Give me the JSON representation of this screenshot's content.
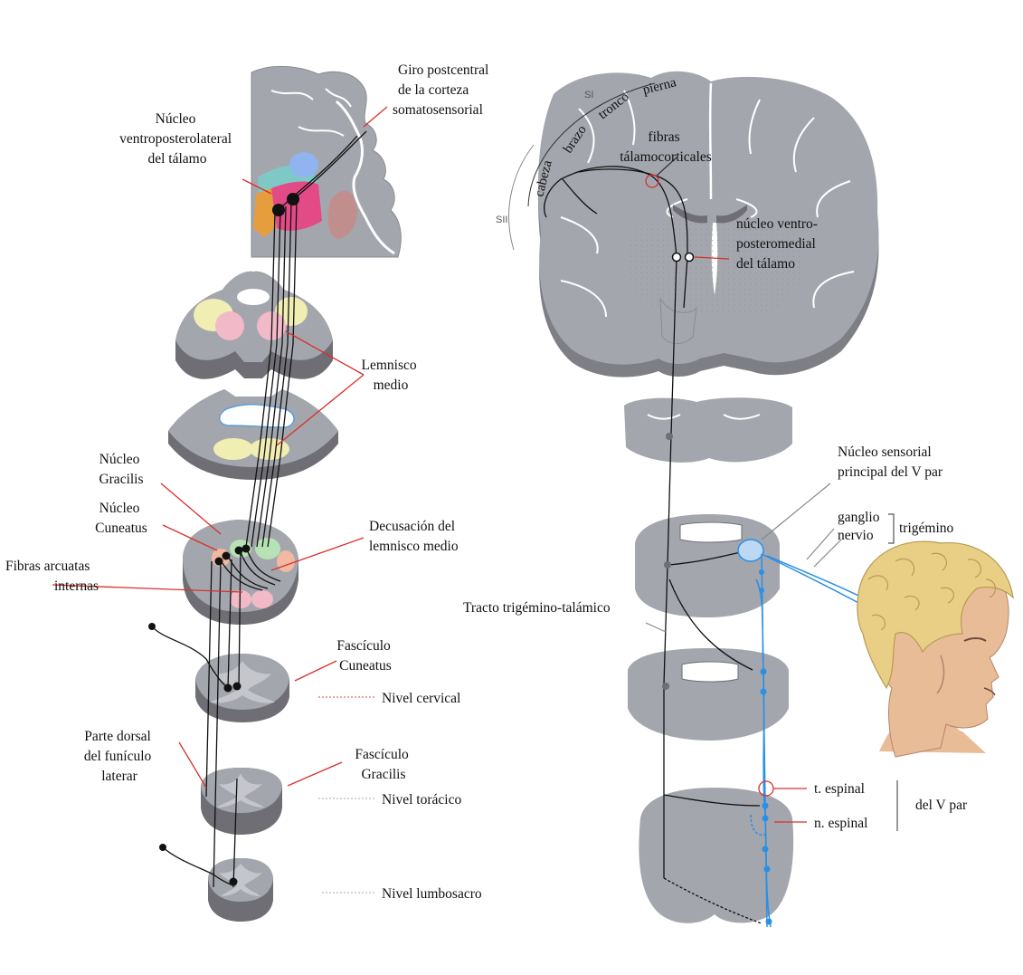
{
  "colors": {
    "section_fill": "#9c9ca3",
    "section_dark": "#6e6e74",
    "brain_fill": "#a4a6ad",
    "leader_red": "#d9302c",
    "trigeminal_blue": "#2a8fe6",
    "fiber_black": "#111111",
    "pink": "#f2b9c9",
    "pale_yellow": "#f1eeb4",
    "green": "#b7e2b5",
    "salmon": "#f2b9a2",
    "hair": "#e9cf86",
    "skin": "#e9bc98"
  },
  "left": {
    "giro_postcentral": [
      "Giro postcentral",
      "de la corteza",
      "somatosensorial"
    ],
    "nucleo_vpl": [
      "Núcleo",
      "ventroposterolateral",
      "del tálamo"
    ],
    "lemnisco_medio": [
      "Lemnisco",
      "medio"
    ],
    "nucleo_gracilis": [
      "Núcleo",
      "Gracilis"
    ],
    "nucleo_cuneatus": [
      "Núcleo",
      "Cuneatus"
    ],
    "decusacion": [
      "Decusación del",
      "lemnisco medio"
    ],
    "fibras_arcuatas": [
      "Fibras arcuatas",
      "internas"
    ],
    "fasciculo_cuneatus": [
      "Fascículo",
      "Cuneatus"
    ],
    "nivel_cervical": "Nivel cervical",
    "parte_dorsal": [
      "Parte dorsal",
      "del funículo",
      "laterar"
    ],
    "fasciculo_gracilis": [
      "Fascículo",
      "Gracilis"
    ],
    "nivel_toracico": "Nivel torácico",
    "nivel_lumbosacro": "Nivel lumbosacro"
  },
  "right": {
    "si": "SI",
    "sii": "SII",
    "somatotopy": [
      "cabeza",
      "brazo",
      "tronco",
      "pierna"
    ],
    "fibras_talamocorticales": [
      "fibras",
      "tálamocorticales"
    ],
    "nucleo_vpm": [
      "núcleo ventro-",
      "posteromedial",
      "del tálamo"
    ],
    "nucleo_sensorial": [
      "Núcleo sensorial",
      "principal del V par"
    ],
    "ganglio": "ganglio",
    "nervio": "nervio",
    "trigemino": "trigémino",
    "tracto_trigemino": "Tracto trigémino-talámico",
    "t_espinal": "t. espinal",
    "n_espinal": "n. espinal",
    "del_v_par": "del V par"
  }
}
